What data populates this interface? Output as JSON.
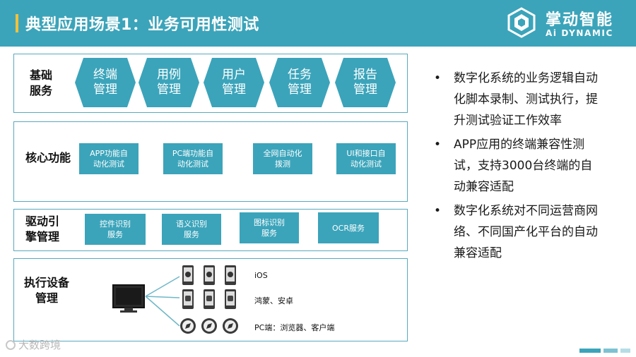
{
  "header": {
    "title": "典型应用场景1：业务可用性测试",
    "logo_cn": "掌动智能",
    "logo_en": "Ai DYNAMIC"
  },
  "colors": {
    "primary": "#3ba4ba",
    "accent": "#f3c13a",
    "border": "#5aa9bd"
  },
  "panels": {
    "basic": {
      "label_line1": "基础",
      "label_line2": "服务",
      "hexes": [
        {
          "l1": "终端",
          "l2": "管理"
        },
        {
          "l1": "用例",
          "l2": "管理"
        },
        {
          "l1": "用户",
          "l2": "管理"
        },
        {
          "l1": "任务",
          "l2": "管理"
        },
        {
          "l1": "报告",
          "l2": "管理"
        }
      ]
    },
    "core": {
      "label": "核心功能",
      "tiles": [
        {
          "l1": "APP功能自",
          "l2": "动化测试"
        },
        {
          "l1": "PC端功能自",
          "l2": "动化测试"
        },
        {
          "l1": "全网自动化",
          "l2": "拨测"
        },
        {
          "l1": "UI和接口自",
          "l2": "动化测试"
        }
      ]
    },
    "driver": {
      "label_line1": "驱动引",
      "label_line2": "擎管理",
      "tiles": [
        {
          "l1": "控件识别",
          "l2": "服务"
        },
        {
          "l1": "语义识别",
          "l2": "服务"
        },
        {
          "l1": "图标识别",
          "l2": "服务"
        },
        {
          "l1": "OCR服务",
          "l2": ""
        }
      ]
    },
    "exec": {
      "label_line1": "执行设备",
      "label_line2": "管理",
      "groups": [
        {
          "label": "iOS",
          "icon": "apple-phone-icon"
        },
        {
          "label": "鸿蒙、安卓",
          "icon": "android-phone-icon"
        },
        {
          "label": "PC端：浏览器、客户端",
          "icon": "compass-icon"
        }
      ],
      "monitor_icon": "monitor-icon"
    }
  },
  "bullets": [
    "数字化系统的业务逻辑自动化脚本录制、测试执行，提升测试验证工作效率",
    "APP应用的终端兼容性测试，支持3000台终端的自动兼容适配",
    "数字化系统对不同运营商网络、不同国产化平台的自动兼容适配"
  ],
  "watermark": "大数跨境"
}
